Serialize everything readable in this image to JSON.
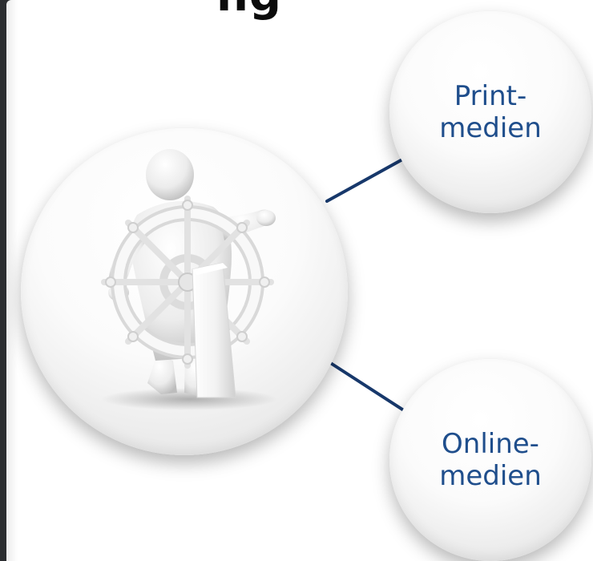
{
  "title_fragment": "ng",
  "nodes": [
    {
      "line1": "Print-",
      "line2": "medien"
    },
    {
      "line1": "Online-",
      "line2": "medien"
    }
  ],
  "colors": {
    "connector": "#17386b",
    "label": "#1f4e8c",
    "frame": "#2b2d30"
  },
  "center_illustration": "person-steering-ship-wheel"
}
